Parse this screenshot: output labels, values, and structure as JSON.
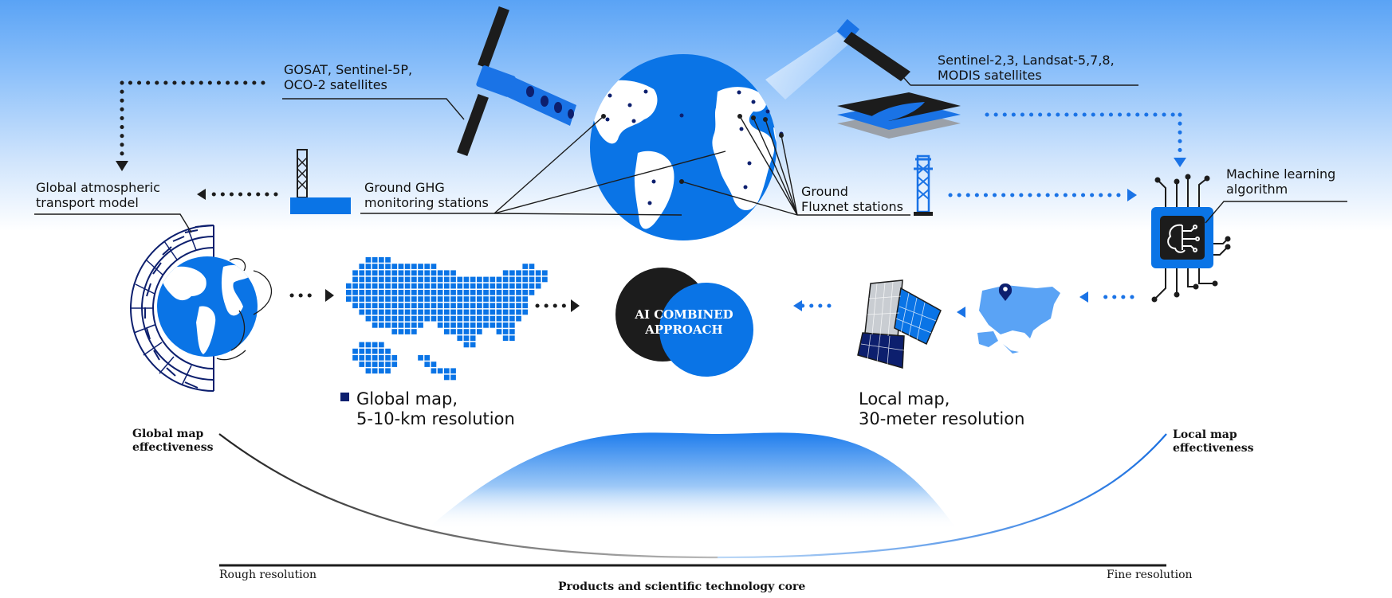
{
  "labels": {
    "gosat": [
      "GOSAT, Sentinel-5P,",
      "OCO-2 satellites"
    ],
    "sentinel": [
      "Sentinel-2,3, Landsat-5,7,8,",
      "MODIS satellites"
    ],
    "global_transport": [
      "Global atmospheric",
      "transport model"
    ],
    "ground_ghg": [
      "Ground GHG",
      "monitoring stations"
    ],
    "ground_fluxnet": [
      "Ground",
      "Fluxnet stations"
    ],
    "ml": [
      "Machine learning",
      "algorithm"
    ],
    "ai_combined": [
      "AI COMBINED",
      "APPROACH"
    ],
    "global_map": [
      "Global map,",
      "5-10-km resolution"
    ],
    "local_map": [
      "Local map,",
      "30-meter resolution"
    ],
    "global_eff": [
      "Global map",
      "effectiveness"
    ],
    "local_eff": [
      "Local map",
      "effectiveness"
    ],
    "rough": "Rough resolution",
    "fine": "Fine resolution",
    "core": "Products and scientific technology core"
  },
  "colors": {
    "blue": "#0a74e6",
    "navy": "#0d1f6e",
    "dark": "#1a1a1a",
    "light_blue": "#5aa3f5"
  },
  "icons": [
    "satellite-icon",
    "globe-icon",
    "tower-icon",
    "chip-icon",
    "brain-icon",
    "usa-map-icon",
    "location-pin-icon"
  ]
}
